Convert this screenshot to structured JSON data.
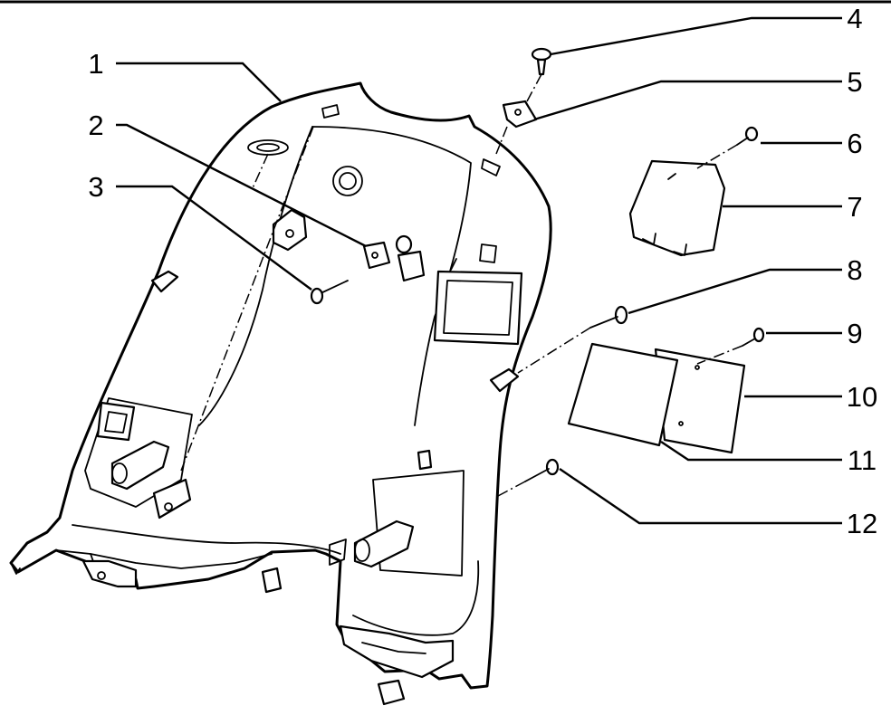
{
  "diagram": {
    "colors": {
      "ink": "#000000",
      "background": "#ffffff"
    },
    "callouts": [
      {
        "id": "1",
        "label": "1"
      },
      {
        "id": "2",
        "label": "2"
      },
      {
        "id": "3",
        "label": "3"
      },
      {
        "id": "4",
        "label": "4"
      },
      {
        "id": "5",
        "label": "5"
      },
      {
        "id": "6",
        "label": "6"
      },
      {
        "id": "7",
        "label": "7"
      },
      {
        "id": "8",
        "label": "8"
      },
      {
        "id": "9",
        "label": "9"
      },
      {
        "id": "10",
        "label": "10"
      },
      {
        "id": "11",
        "label": "11"
      },
      {
        "id": "12",
        "label": "12"
      }
    ]
  }
}
